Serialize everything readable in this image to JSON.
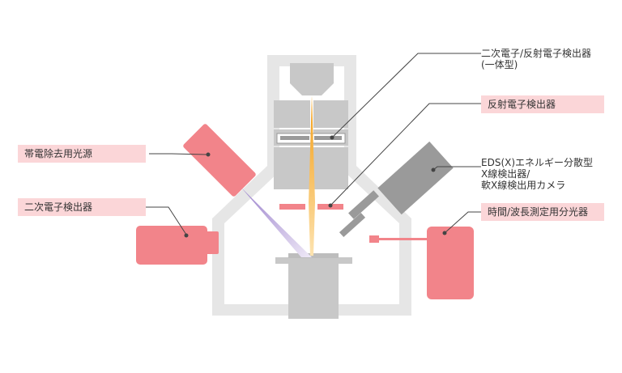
{
  "labels": {
    "se_bse_detector_line1": "二次電子/反射電子検出器",
    "se_bse_detector_line2": "(一体型)",
    "bse_detector": "反射電子検出器",
    "eds_line1": "EDS(X)エネルギー分散型",
    "eds_line2": "X線検出器/",
    "eds_line3": "軟X線検出用カメラ",
    "tr_pl": "時間/波長測定用分光器",
    "charge_neutralizer": "帯電除去用光源",
    "se_detector": "二次電子検出器"
  },
  "colors": {
    "chamber": "#e6e6e6",
    "column": "#c8c8c8",
    "detector": "#f2848a",
    "label_bg": "#fbd6d8",
    "beam": "#f5a623",
    "light_beam": "#a58fd0",
    "gray_detector": "#9a9a9a"
  }
}
